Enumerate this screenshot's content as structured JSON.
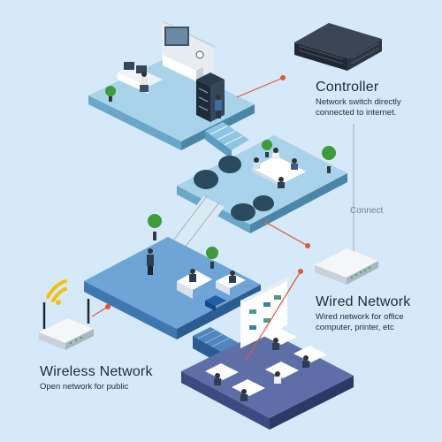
{
  "controller": {
    "title": "Controller",
    "description_line1": "Network switch directly",
    "description_line2": "connected to internet."
  },
  "connect_label": "Connect",
  "wired": {
    "title": "Wired Network",
    "description_line1": "Wired network for office",
    "description_line2": "computer, printer, etc"
  },
  "wireless": {
    "title": "Wireless Network",
    "description": "Open network for public"
  },
  "colors": {
    "background": "#d6e9f8",
    "connector_line": "#e2573a",
    "connect_line": "#a9b6c3",
    "text": "#1f2a3a"
  },
  "icons": [
    "server-rack-icon",
    "router-icon",
    "wifi-router-icon",
    "wifi-signal-icon"
  ]
}
